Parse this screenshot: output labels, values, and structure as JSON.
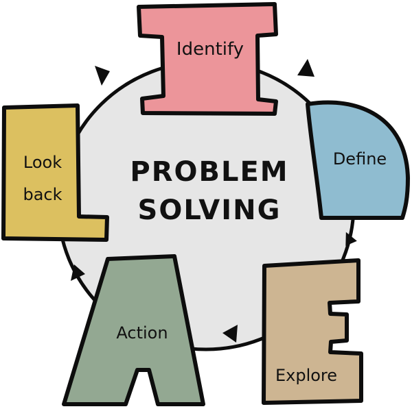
{
  "diagram": {
    "title_line1": "PROBLEM",
    "title_line2": "SOLVING",
    "steps": [
      {
        "letter": "I",
        "label": "Identify",
        "color": "#ec959a"
      },
      {
        "letter": "D",
        "label": "Define",
        "color": "#8fbcd0"
      },
      {
        "letter": "E",
        "label": "Explore",
        "color": "#cdb592"
      },
      {
        "letter": "A",
        "label": "Action",
        "color": "#93a892"
      },
      {
        "letter": "L",
        "label_line1": "Look",
        "label_line2": "back",
        "color": "#dcc060"
      }
    ],
    "cycle_color": "#e6e6e6",
    "outline_color": "#0d0d0d",
    "arrow_direction": "clockwise"
  }
}
